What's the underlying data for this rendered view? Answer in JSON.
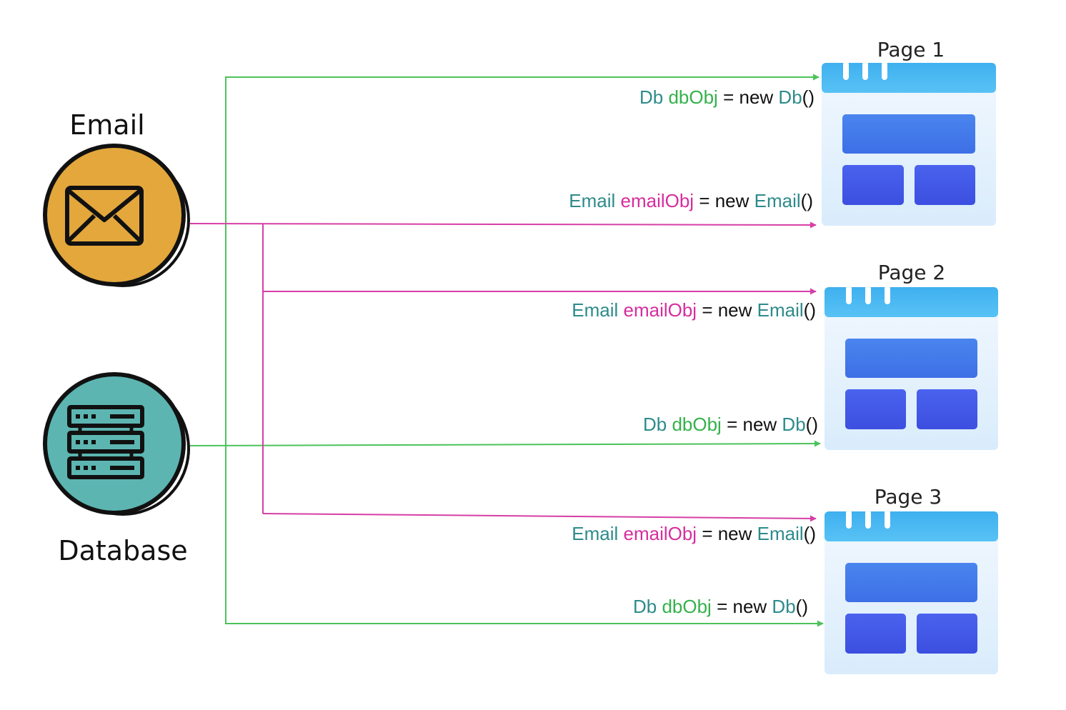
{
  "colors": {
    "green_line": "#4cc35a",
    "pink_line": "#d63fa6",
    "email_coin": "#e3a73c",
    "database_coin": "#5cb5b1",
    "page_header": "#45b7ef",
    "page_body": "#e6f3fd",
    "page_block": "#3f66e6"
  },
  "sources": {
    "email": {
      "label": "Email",
      "icon": "envelope-icon"
    },
    "database": {
      "label": "Database",
      "icon": "server-rack-icon"
    }
  },
  "pages": [
    {
      "title": "Page 1"
    },
    {
      "title": "Page 2"
    },
    {
      "title": "Page 3"
    }
  ],
  "code": {
    "new_kw": "= new",
    "parens": "()",
    "db": {
      "type": "Db",
      "var": "dbObj",
      "ctor": "Db"
    },
    "email": {
      "type": "Email",
      "var": "emailObj",
      "ctor": "Email"
    }
  }
}
